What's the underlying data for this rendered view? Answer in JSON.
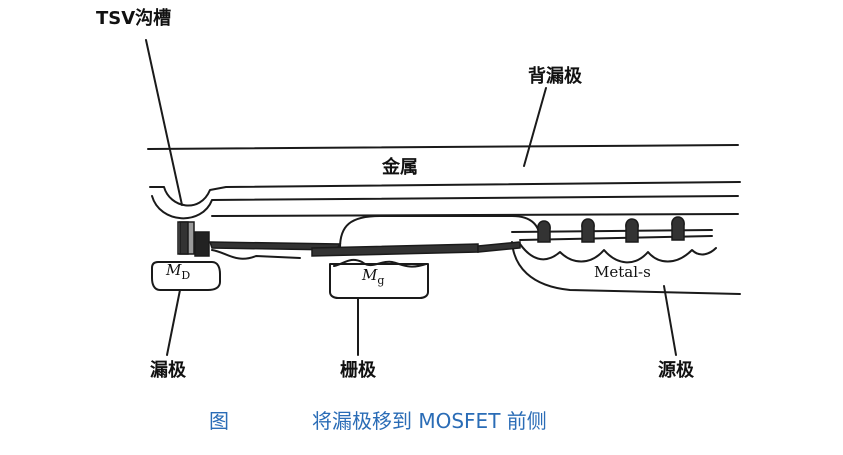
{
  "labels": {
    "tsv_trench": "TSV沟槽",
    "back_drain": "背漏极",
    "metal": "金属",
    "md_letter": "M",
    "md_sub": "D",
    "mg_letter": "M",
    "mg_sub": "g",
    "metal_s": "Metal-s",
    "drain": "漏极",
    "gate": "栅极",
    "source": "源极"
  },
  "caption": {
    "figure": "图",
    "title": "将漏极移到 MOSFET 前侧"
  },
  "colors": {
    "line": "#1a1a1a",
    "fill_dark": "#333333",
    "fill_gray": "#9a9a9a",
    "caption": "#2a6cb6"
  }
}
